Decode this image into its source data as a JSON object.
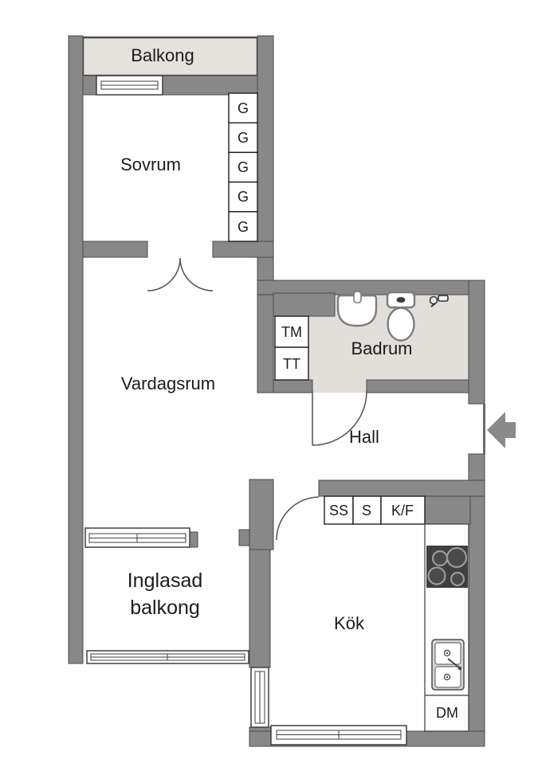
{
  "floorplan": {
    "rooms": {
      "balkong": "Balkong",
      "sovrum": "Sovrum",
      "vardagsrum": "Vardagsrum",
      "badrum": "Badrum",
      "hall": "Hall",
      "kok": "Kök",
      "inglasad_line1": "Inglasad",
      "inglasad_line2": "balkong"
    },
    "wardrobes": [
      "G",
      "G",
      "G",
      "G",
      "G"
    ],
    "appliances": {
      "tm": "TM",
      "tt": "TT",
      "ss": "SS",
      "s": "S",
      "kf": "K/F",
      "dm": "DM"
    },
    "colors": {
      "wall": "#888888",
      "balcony_floor": "#e5e2dd",
      "bathroom_floor": "#e2dfda",
      "stove": "#3f3f3f",
      "entry_arrow": "#8a8a8a",
      "text": "#1c1c1c"
    }
  }
}
